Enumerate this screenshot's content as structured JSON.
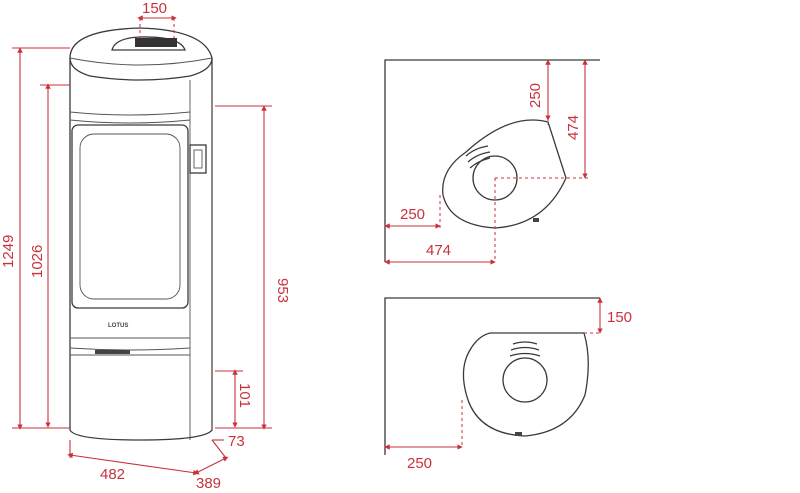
{
  "front_view": {
    "top_outlet_width": "150",
    "total_height": "1249",
    "door_height": "1026",
    "side_height": "953",
    "bottom_offset": "101",
    "side_depth": "73",
    "width": "482",
    "depth": "389",
    "logo": "LOTUS"
  },
  "corner_view": {
    "wall_depth_small": "250",
    "wall_depth_large": "474",
    "side_small": "250",
    "side_large": "474"
  },
  "wall_view": {
    "back_clearance": "150",
    "side_clearance": "250"
  }
}
